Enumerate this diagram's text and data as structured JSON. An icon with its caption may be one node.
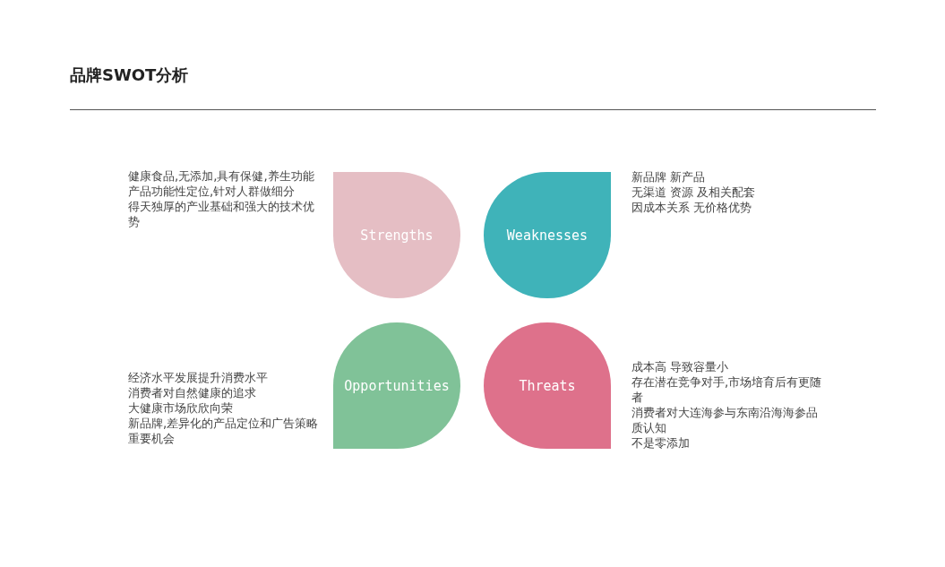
{
  "diagram": {
    "title": "品牌SWOT分析",
    "nodes": [
      {
        "text": [
          "Strengths"
        ],
        "beside": [
          "健康食品,无添加,具有保健,养生功能",
          "产品功能性定位,针对人群做细分",
          "得天独厚的产业基础和强大的技术优势"
        ]
      },
      {
        "text": [
          "Weaknesses"
        ],
        "beside": [
          "新品牌 新产品",
          "无渠道 资源 及相关配套",
          "因成本关系 无价格优势"
        ]
      },
      {
        "text": [
          "Opportunities"
        ],
        "beside": [
          "经济水平发展提升消费水平",
          "消费者对自然健康的追求",
          "大健康市场欣欣向荣",
          "新品牌,差异化的产品定位和广告策略重要机会"
        ]
      },
      {
        "text": [
          "Threats"
        ],
        "beside": [
          "成本高 导致容量小",
          "存在潜在竞争对手,市场培育后有更随者",
          "消费者对大连海参与东南沿海海参品质认知",
          "不是零添加"
        ]
      }
    ],
    "edges": []
  }
}
